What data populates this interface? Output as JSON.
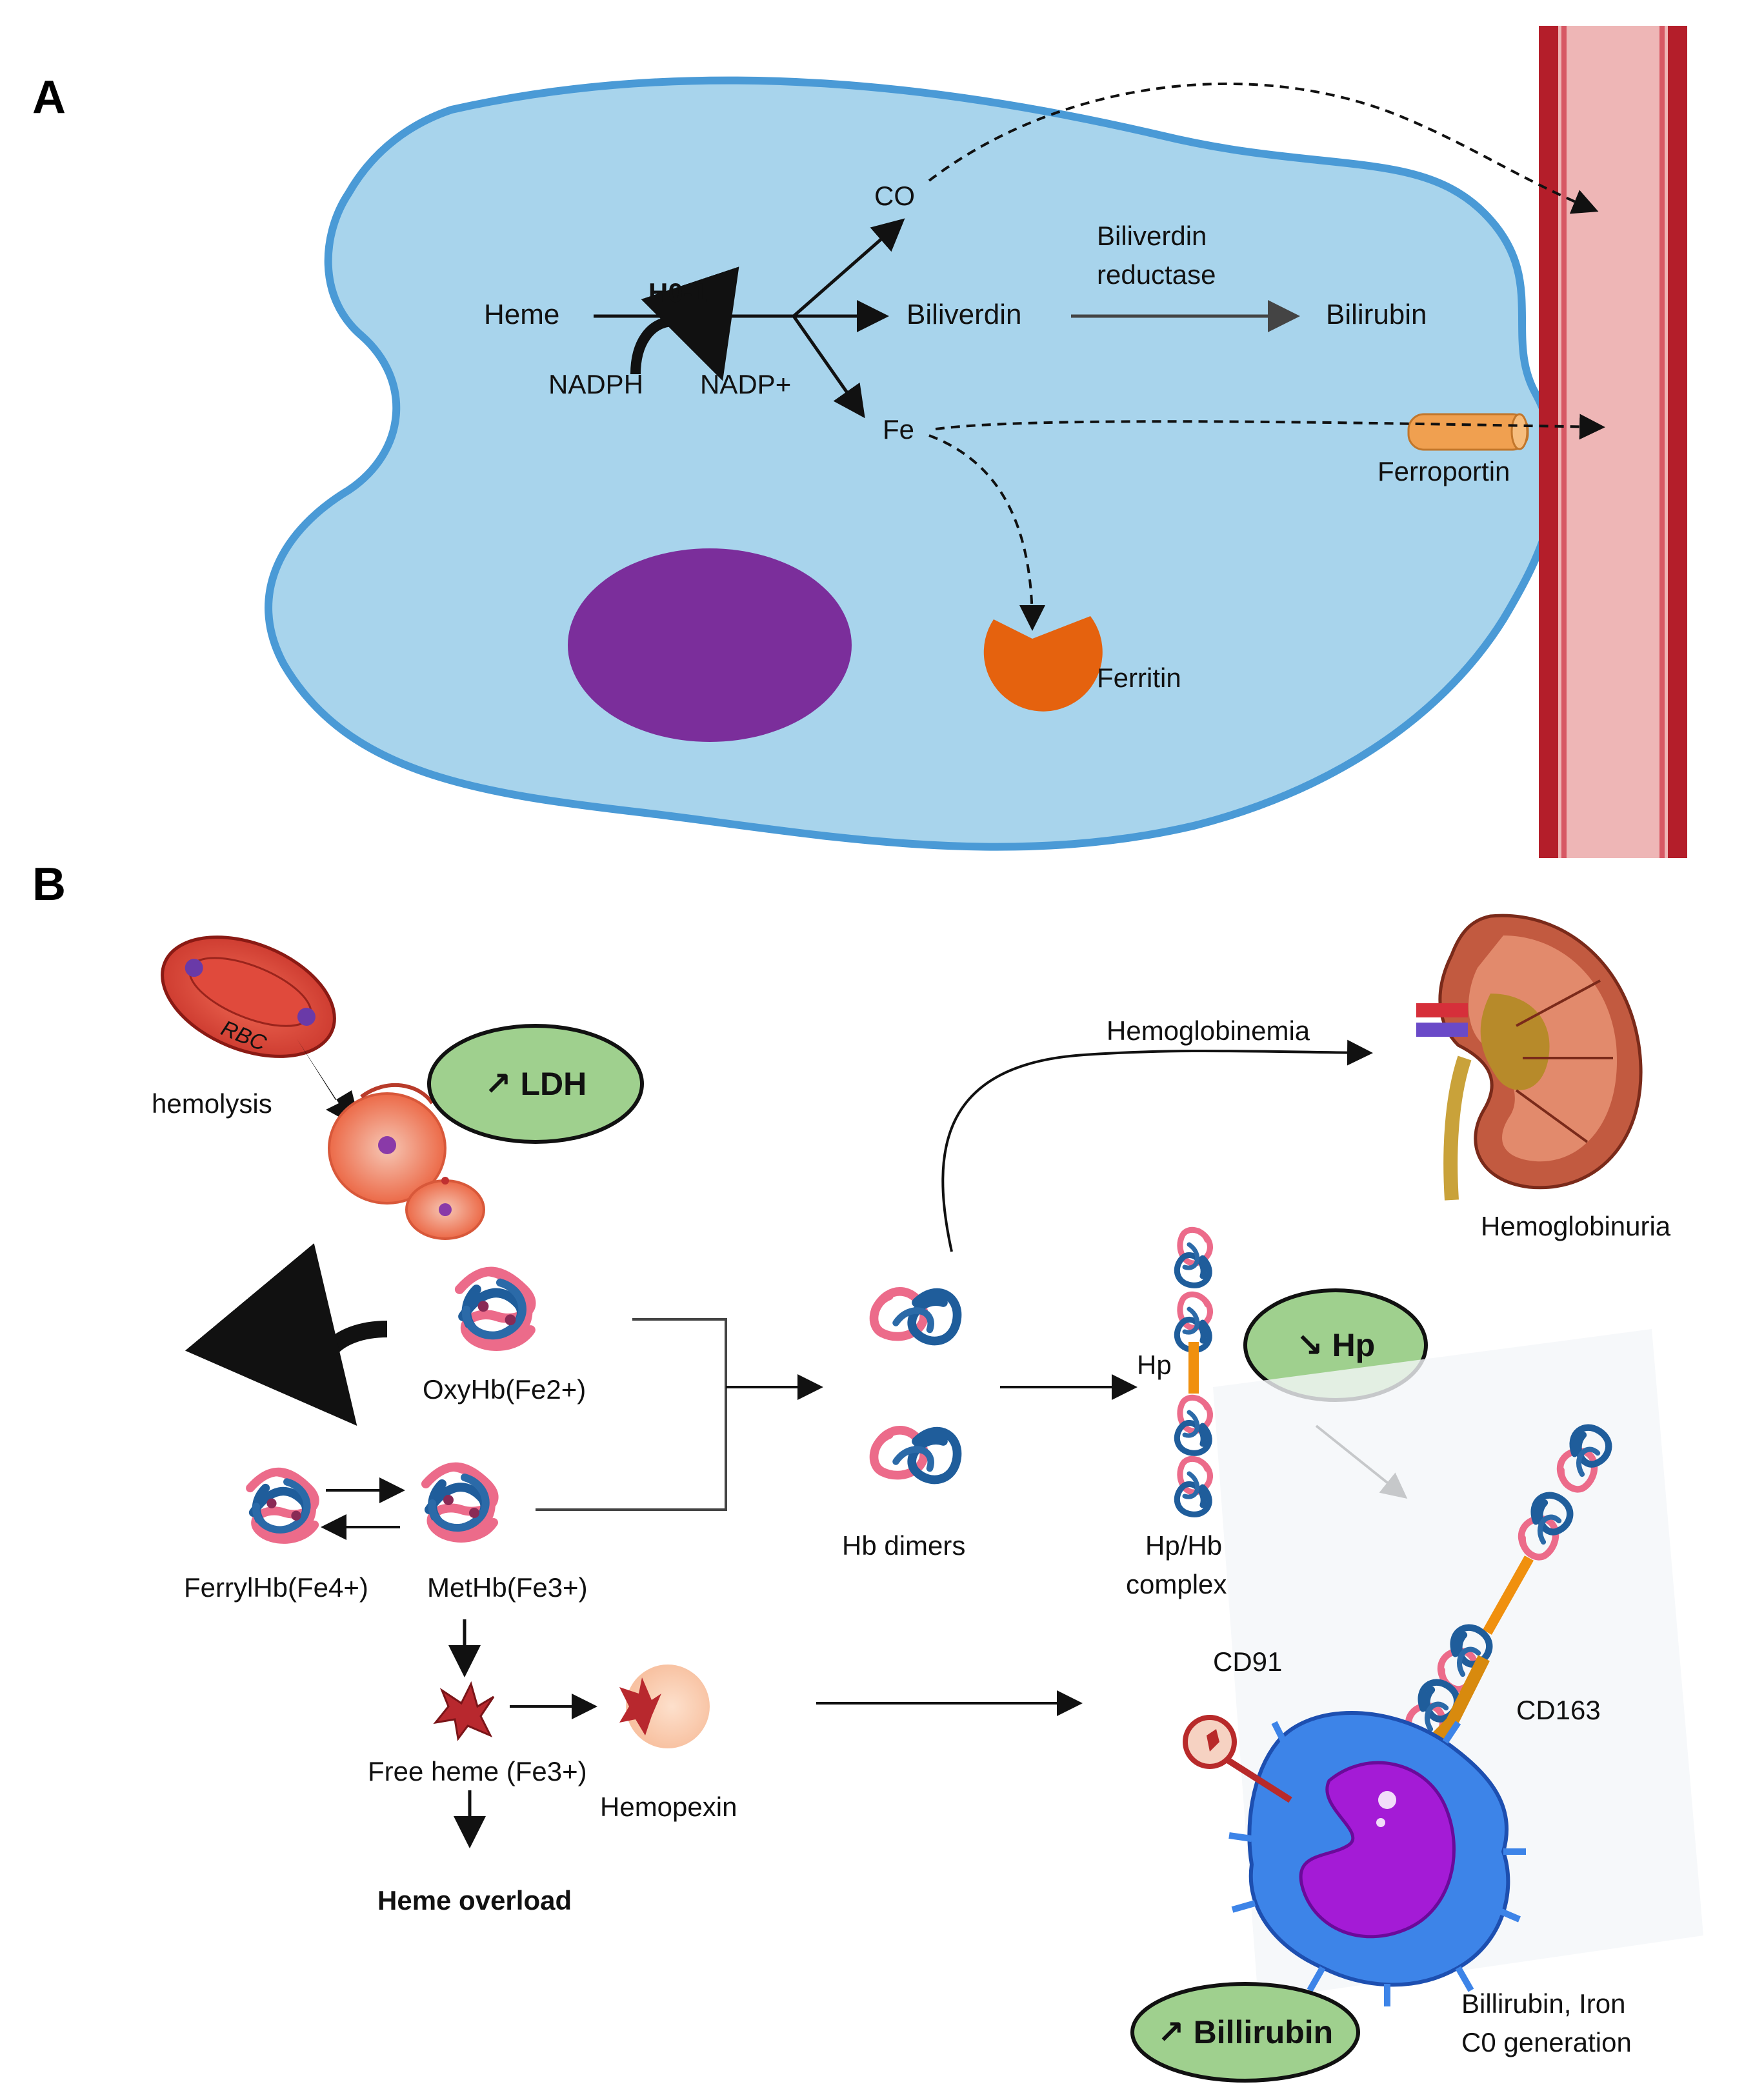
{
  "panels": {
    "a": "A",
    "b": "B"
  },
  "panel_a": {
    "heme": "Heme",
    "enzyme": "H0-1",
    "nadph": "NADPH",
    "nadp": "NADP+",
    "co": "CO",
    "biliverdin": "Biliverdin",
    "reductase_line1": "Biliverdin",
    "reductase_line2": "reductase",
    "bilirubin": "Bilirubin",
    "fe": "Fe",
    "ferroportin": "Ferroportin",
    "ferritin": "Ferritin"
  },
  "panel_b": {
    "rbc": "RBC",
    "hemolysis": "hemolysis",
    "ldh_badge": "↗ LDH",
    "hemoglobinemia": "Hemoglobinemia",
    "hemoglobinuria": "Hemoglobinuria",
    "oxyhb": "OxyHb(Fe2+)",
    "ferrylhb": "FerrylHb(Fe4+)",
    "methb": "MetHb(Fe3+)",
    "hb_dimers": "Hb dimers",
    "hp": "Hp",
    "hp_badge": "↘ Hp",
    "hphb_line1": "Hp/Hb",
    "hphb_line2": "complex",
    "free_heme": "Free heme (Fe3+)",
    "hemopexin": "Hemopexin",
    "heme_overload": "Heme overload",
    "cd91": "CD91",
    "cd163": "CD163",
    "bilirubin_badge": "↗ Billirubin",
    "products_line1": "Billirubin, Iron",
    "products_line2": "C0 generation"
  },
  "colors": {
    "cell_fill": "#a8d4ec",
    "cell_stroke": "#4a9ad6",
    "nucleus": "#7b2e9b",
    "ferritin": "#e5620e",
    "ferroportin": "#f0a050",
    "vessel_outer": "#b41e2a",
    "vessel_inner": "#eeb6b6",
    "badge_fill": "#9fd08e",
    "badge_stroke": "#111111",
    "hb_pink": "#ec6b8a",
    "hb_blue": "#1f5d9b",
    "macrophage": "#3d84e8",
    "macrophage_nucleus": "#a41bd6",
    "hp_link": "#f0900e",
    "heme_red": "#b8282e"
  },
  "icons": [
    "cell",
    "nucleus",
    "ferritin-pacman",
    "ferroportin-channel",
    "blood-vessel",
    "rbc",
    "lysed-rbc",
    "kidney",
    "hemoglobin-tetramer",
    "hb-dimer",
    "haptoglobin-complex",
    "macrophage",
    "cd91-receptor",
    "cd163-receptor",
    "heme-molecule",
    "hemopexin"
  ]
}
